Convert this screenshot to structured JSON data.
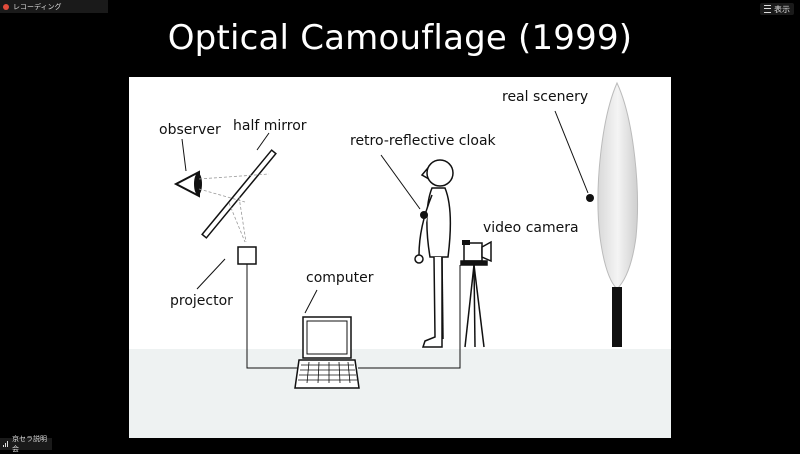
{
  "recording": {
    "label": "レコーディング",
    "dot_color": "#e24b3b"
  },
  "view_button": {
    "label": "表示",
    "icon": "menu-icon"
  },
  "slide": {
    "title": "Optical Camouflage (1999)",
    "labels": {
      "observer": "observer",
      "half_mirror": "half mirror",
      "real_scenery": "real scenery",
      "cloak": "retro-reflective cloak",
      "video_camera": "video camera",
      "computer": "computer",
      "projector": "projector"
    }
  },
  "meeting": {
    "name": "京セラ説明会",
    "icon": "signal-bars-icon"
  }
}
